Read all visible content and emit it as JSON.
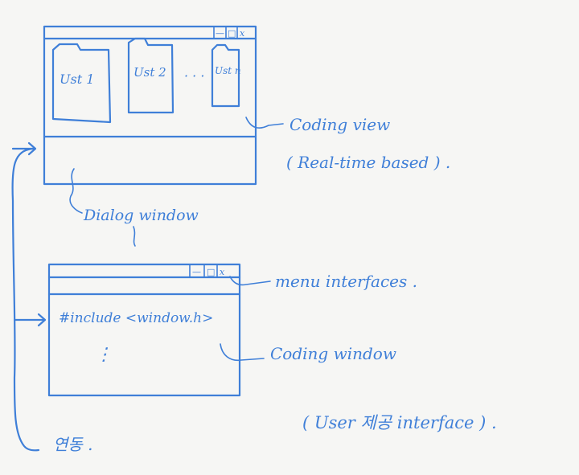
{
  "top_window": {
    "controls": {
      "minimize": "—",
      "maximize": "□",
      "close": "x"
    },
    "files": [
      {
        "label": "Ust 1"
      },
      {
        "label": "Ust 2"
      },
      {
        "label": "Ust n"
      }
    ],
    "ellipsis": "· · ·"
  },
  "bottom_window": {
    "controls": {
      "minimize": "—",
      "maximize": "□",
      "close": "x"
    },
    "code_line": "#include <window.h>",
    "vertical_ellipsis": "⋮"
  },
  "annotations": {
    "coding_view": "Coding view",
    "real_time": "( Real-time based ) .",
    "dialog_window": "Dialog window",
    "menu_interfaces": "menu interfaces .",
    "coding_window": "Coding window",
    "user_interface": "( User 제공 interface ) .",
    "link_label": "연동 ."
  },
  "colors": {
    "ink": "#3f7fd8",
    "paper": "#f6f6f4"
  }
}
